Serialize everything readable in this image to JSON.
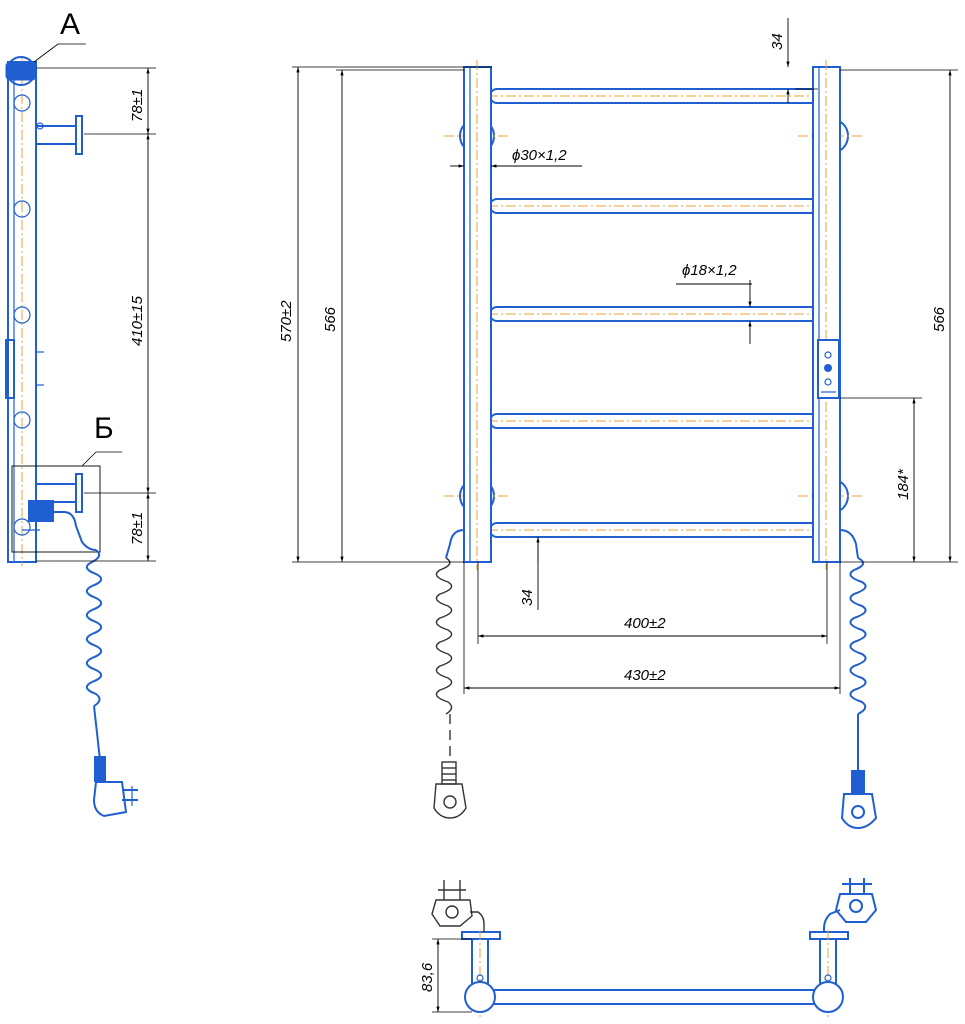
{
  "views": {
    "side": {
      "detail_a": "А",
      "detail_b": "Б"
    },
    "front": {},
    "top": {}
  },
  "dimensions": {
    "side_top_pitch": "78±1",
    "side_middle": "410±15",
    "side_bottom_pitch": "78±1",
    "front_overall_height": "570±2",
    "front_height_left": "566",
    "front_height_right": "566",
    "front_top_offset": "34",
    "front_bottom_offset": "34",
    "post_diameter": "ϕ30×1,2",
    "rail_diameter": "ϕ18×1,2",
    "control_height": "184*",
    "inner_width": "400±2",
    "outer_width": "430±2",
    "depth": "83,6"
  },
  "colors": {
    "part_outline": "#1f5fd1",
    "centerline": "#e8a13a",
    "dimension": "#000000"
  }
}
